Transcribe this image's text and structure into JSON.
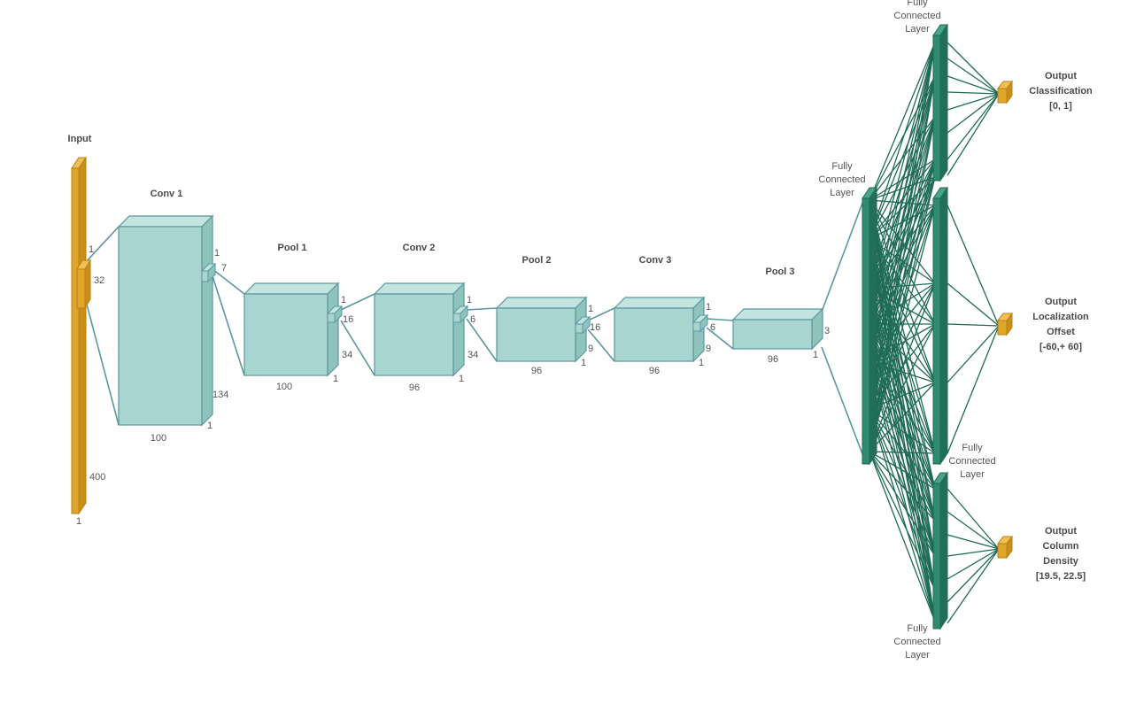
{
  "colors": {
    "input": "#e0a52b",
    "input_dark": "#b98213",
    "conv": "#a8d5cf",
    "conv_edge": "#5b97a0",
    "fc": "#2f8a6f",
    "fc_dark": "#1f6b55"
  },
  "input": {
    "title": "Input",
    "dim_top": "1",
    "dim_window": "32",
    "dim_length": "400",
    "dim_bottom": "1"
  },
  "conv1": {
    "title": "Conv 1",
    "width": "100",
    "height": "134",
    "depth": "1",
    "kernel_top": "1",
    "kernel_size": "7"
  },
  "pool1": {
    "title": "Pool 1",
    "width": "100",
    "height": "34",
    "depth": "1",
    "kernel_top": "1",
    "kernel_size": "16"
  },
  "conv2": {
    "title": "Conv 2",
    "width": "96",
    "height": "34",
    "depth": "1",
    "kernel_top": "1",
    "kernel_size": "6"
  },
  "pool2": {
    "title": "Pool 2",
    "width": "96",
    "height": "9",
    "depth": "1",
    "kernel_top": "1",
    "kernel_size": "16"
  },
  "conv3": {
    "title": "Conv 3",
    "width": "96",
    "height": "9",
    "depth": "1",
    "kernel_top": "1",
    "kernel_size": "6"
  },
  "pool3": {
    "title": "Pool 3",
    "width": "96",
    "height": "3",
    "depth": "1"
  },
  "fc_main": {
    "line1": "Fully",
    "line2": "Connected",
    "line3": "Layer"
  },
  "fc_top": {
    "line1": "Fully",
    "line2": "Connected",
    "line3": "Layer"
  },
  "fc_mid": {
    "line1": "Fully",
    "line2": "Connected",
    "line3": "Layer"
  },
  "fc_bottom": {
    "line1": "Fully",
    "line2": "Connected",
    "line3": "Layer"
  },
  "outputs": {
    "classification": {
      "line1": "Output",
      "line2": "Classification",
      "line3": "[0, 1]"
    },
    "localization": {
      "line1": "Output",
      "line2": "Localization",
      "line3": "Offset",
      "line4": "[-60,+ 60]"
    },
    "density": {
      "line1": "Output",
      "line2": "Column",
      "line3": "Density",
      "line4": "[19.5, 22.5]"
    }
  }
}
